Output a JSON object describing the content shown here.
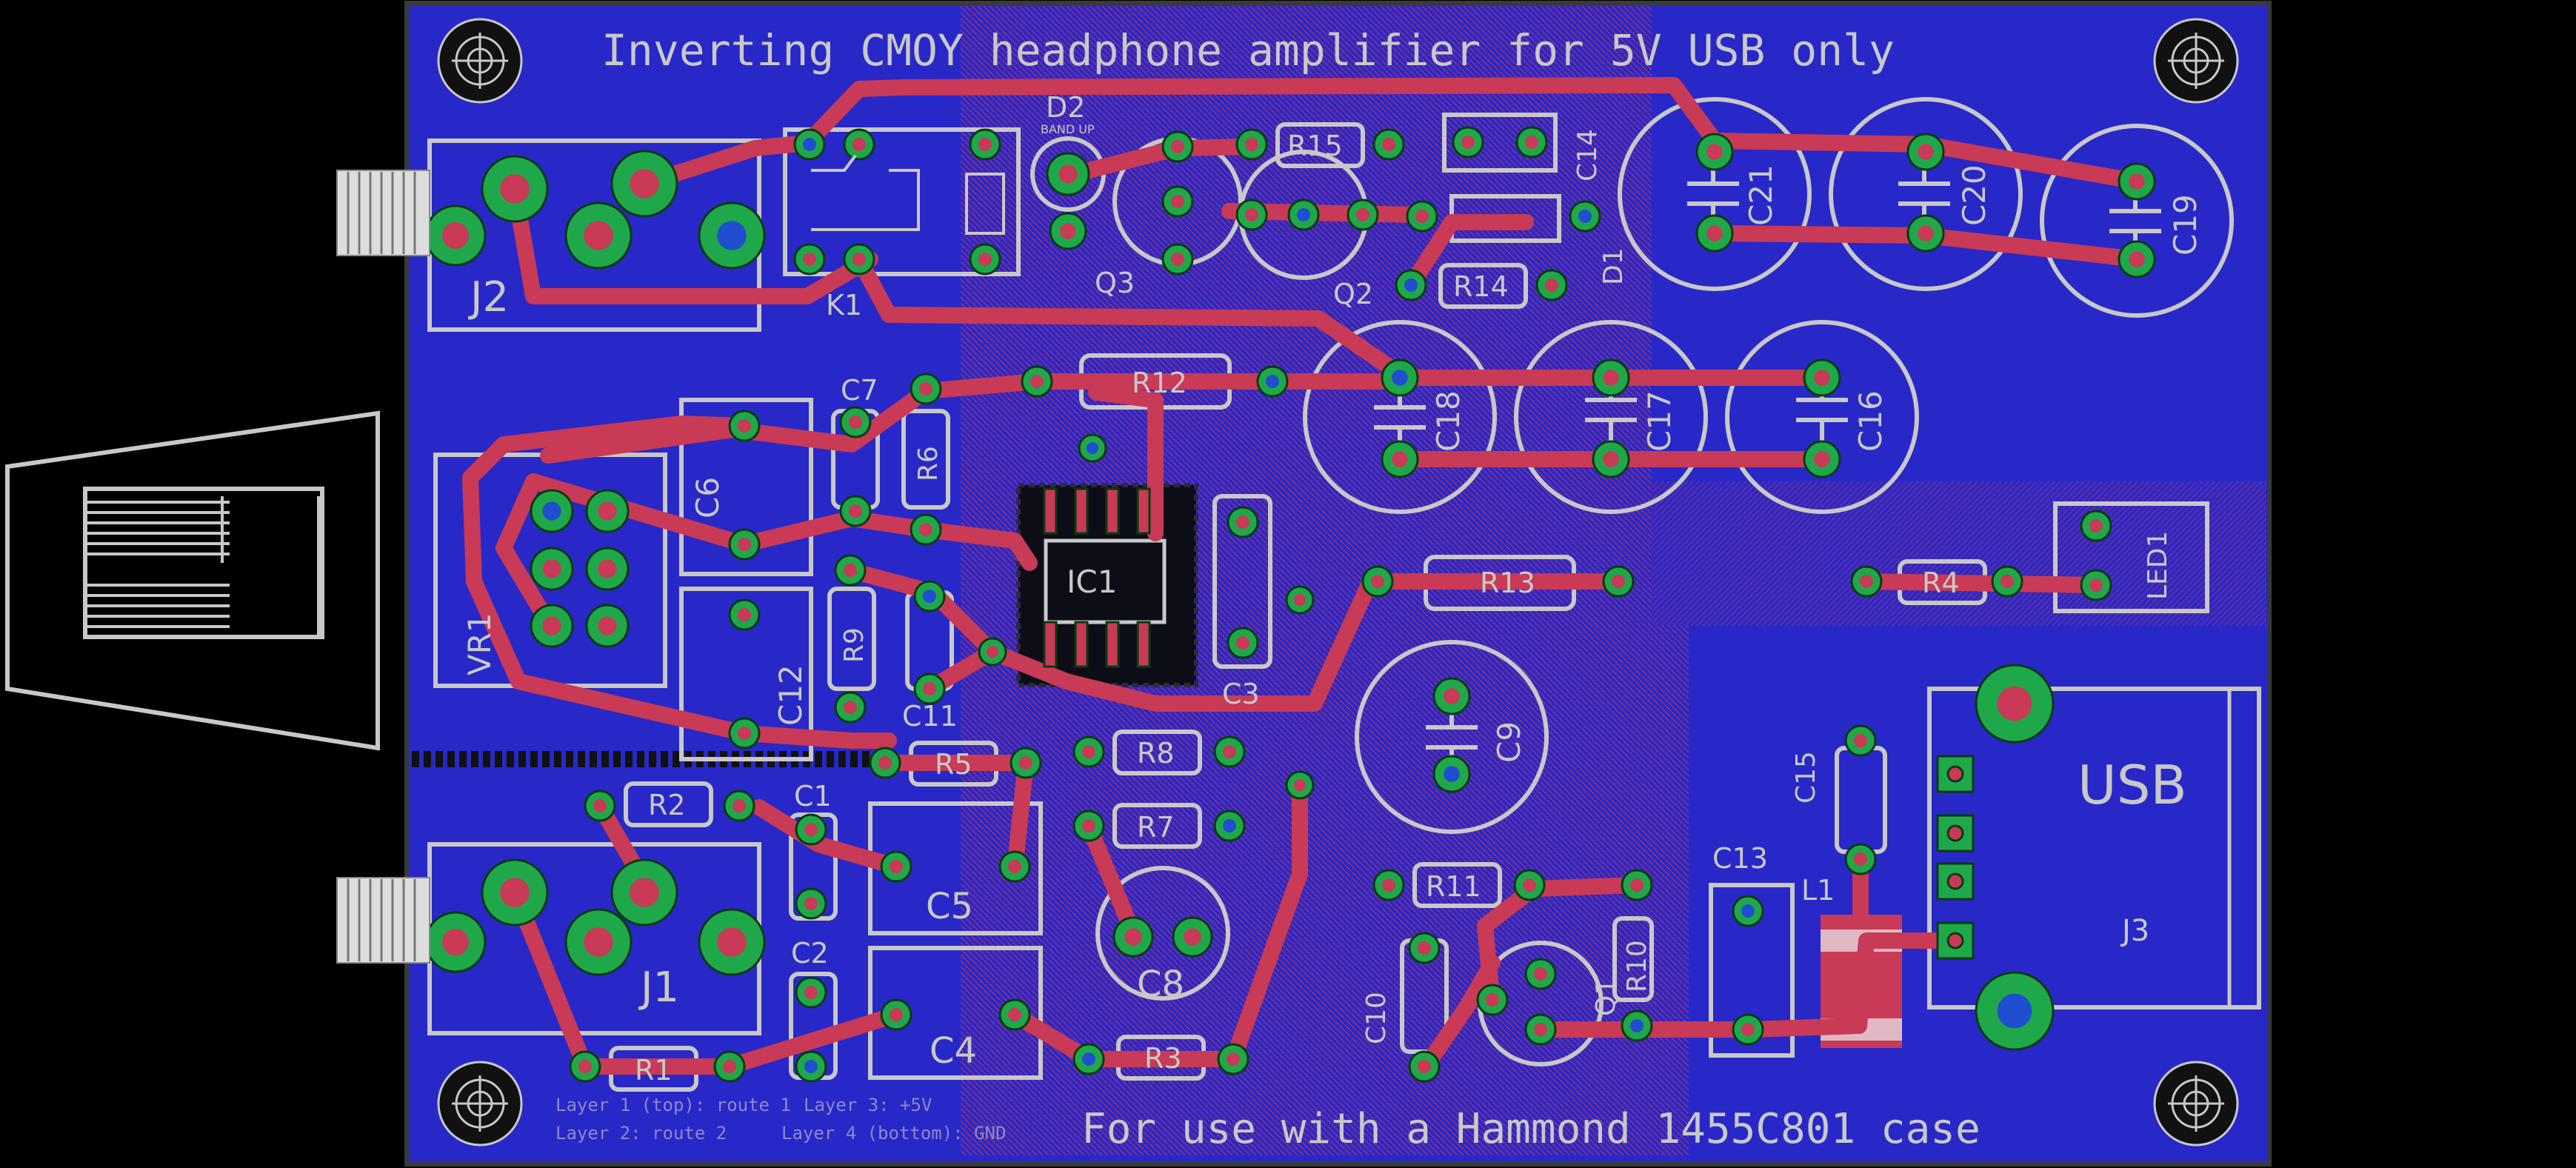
{
  "board": {
    "title": "Inverting CMOY headphone amplifier for 5V USB only",
    "footer": "For use with a Hammond 1455C801 case",
    "layers": [
      "Layer 1 (top): route 1",
      "Layer 3: +5V",
      "Layer 2: route 2",
      "Layer 4 (bottom): GND"
    ],
    "colors": {
      "background": "#000000",
      "board": "#2828c8",
      "top_copper": "#c83a55",
      "pad": "#1fa84a",
      "via": "#1f4fd0",
      "silk": "#c8c8c8"
    }
  },
  "parts": {
    "J1": "J1",
    "J2": "J2",
    "J3": "J3",
    "USB": "USB",
    "VR1": "VR1",
    "K1": "K1",
    "IC1": "IC1",
    "D1": "D1",
    "D2": "D2",
    "D2_note": "BAND UP",
    "LED1": "LED1",
    "L1": "L1",
    "Q1": "Q1",
    "Q2": "Q2",
    "Q3": "Q3",
    "R1": "R1",
    "R2": "R2",
    "R3": "R3",
    "R4": "R4",
    "R5": "R5",
    "R6": "R6",
    "R7": "R7",
    "R8": "R8",
    "R9": "R9",
    "R10": "R10",
    "R11": "R11",
    "R12": "R12",
    "R13": "R13",
    "R14": "R14",
    "R15": "R15",
    "C1": "C1",
    "C2": "C2",
    "C3": "C3",
    "C4": "C4",
    "C5": "C5",
    "C6": "C6",
    "C7": "C7",
    "C8": "C8",
    "C9": "C9",
    "C10": "C10",
    "C11": "C11",
    "C12": "C12",
    "C13": "C13",
    "C14": "C14",
    "C15": "C15",
    "C16": "C16",
    "C17": "C17",
    "C18": "C18",
    "C19": "C19",
    "C20": "C20",
    "C21": "C21"
  }
}
